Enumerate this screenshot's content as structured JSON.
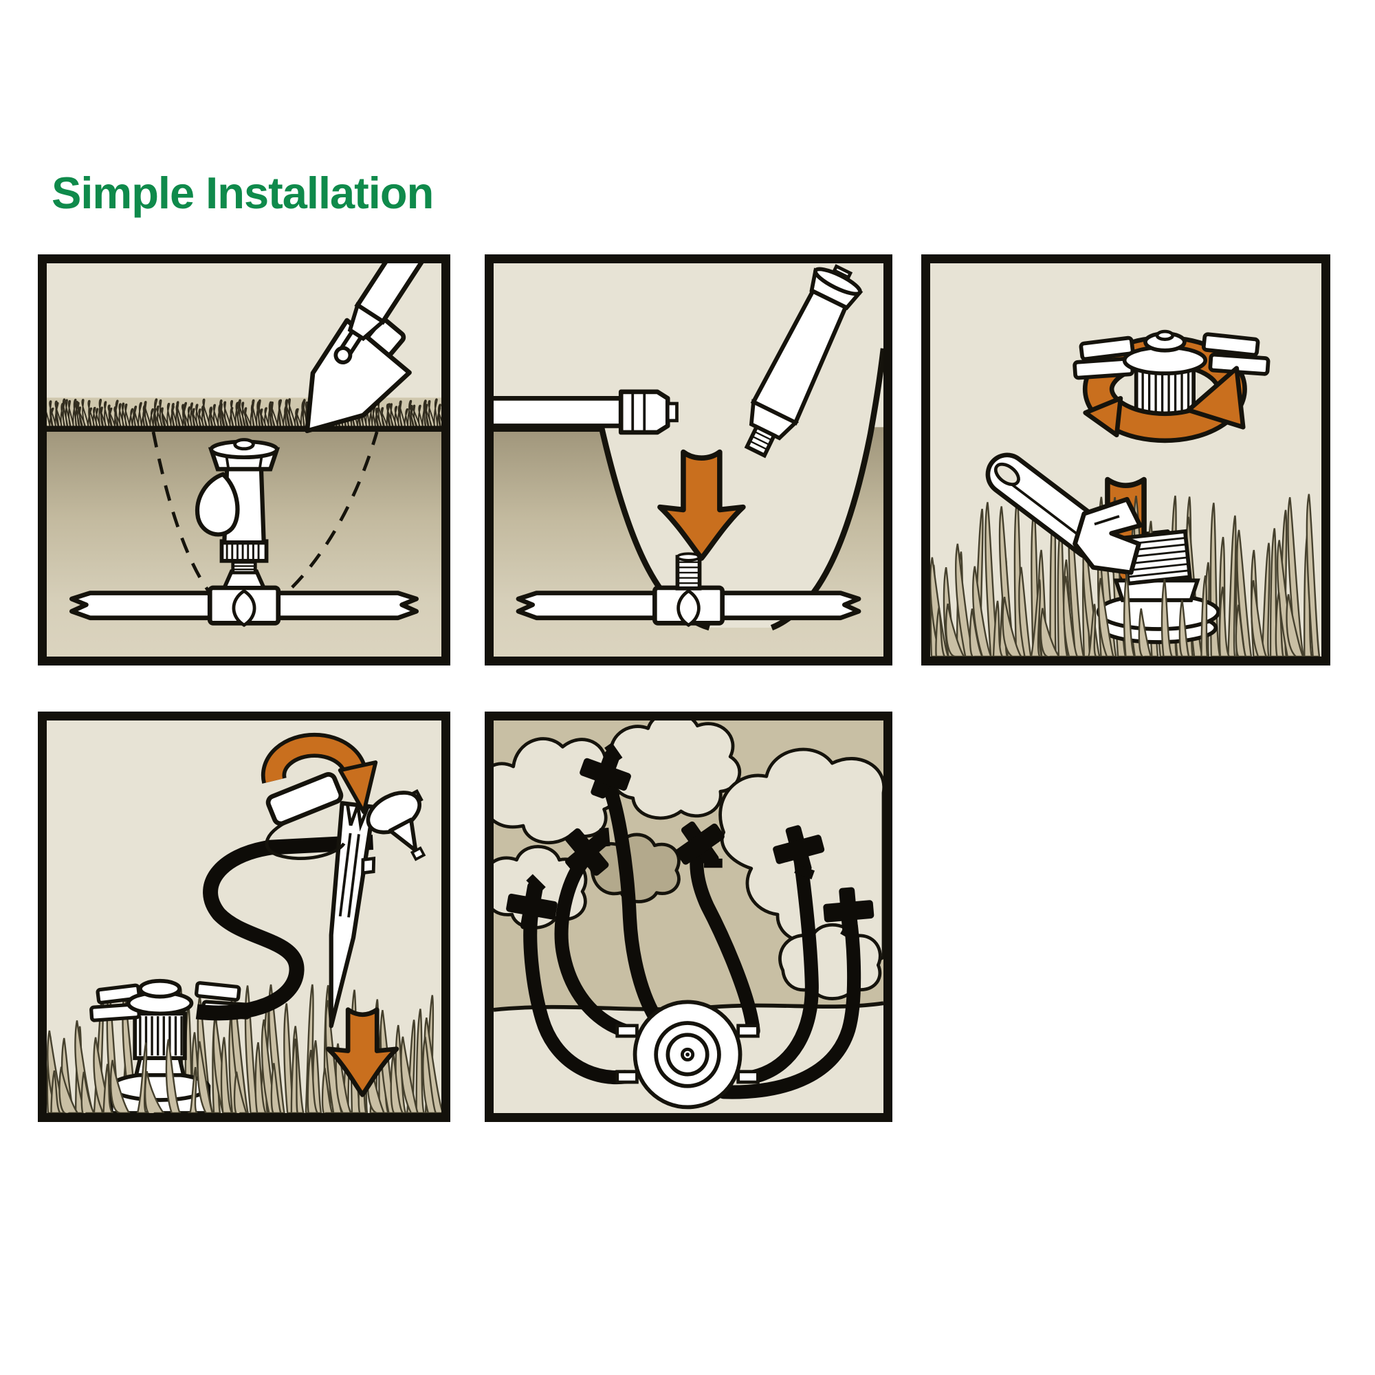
{
  "title": {
    "text": "Simple Installation"
  },
  "colors": {
    "page_bg": "#ffffff",
    "title_green": "#0f8a4b",
    "accent_orange": "#c96f1e",
    "panel_bg": "#e7e3d5",
    "panel_border": "#13110b",
    "line_black": "#15130c",
    "soil_dark": "#9f957a",
    "soil_mid": "#c3ba9f",
    "soil_light": "#dbd4bf",
    "grass_tan": "#cfc7ad",
    "blade_tan": "#c9bfa4",
    "blade_outline": "#45402d",
    "scribble": "#322d1f",
    "bush_medium": "#c8bfa4",
    "bush_dark": "#b3a98c"
  },
  "panels": [
    {
      "name": "step-glue-fitting-under-turf",
      "icons": [
        "glue-tube-icon",
        "trowel-icon",
        "buried-sprinkler-body",
        "pipe-tee",
        "dig-outline-dashed"
      ]
    },
    {
      "name": "step-drop-sprinkler-into-hole",
      "icons": [
        "capped-pipe-on-grass",
        "tilted-sprinkler-body",
        "down-arrow-icon",
        "pipe-tee-riser"
      ]
    },
    {
      "name": "step-screw-on-nozzle-head",
      "icons": [
        "nozzle-turret",
        "rotation-band-arrow-icon",
        "down-arrow-icon",
        "wrench-icon",
        "threaded-collar"
      ]
    },
    {
      "name": "step-stake-and-tubing",
      "icons": [
        "rotation-arrow-icon",
        "stake-cap",
        "drip-stake",
        "black-tubing",
        "pop-up-sprinkler",
        "dripper-head-icon",
        "down-arrow-icon"
      ]
    },
    {
      "name": "step-manifold-feeds-shrubs",
      "icons": [
        "shrubs",
        "black-tubing",
        "barbed-fitting-icon",
        "distribution-manifold"
      ]
    }
  ]
}
